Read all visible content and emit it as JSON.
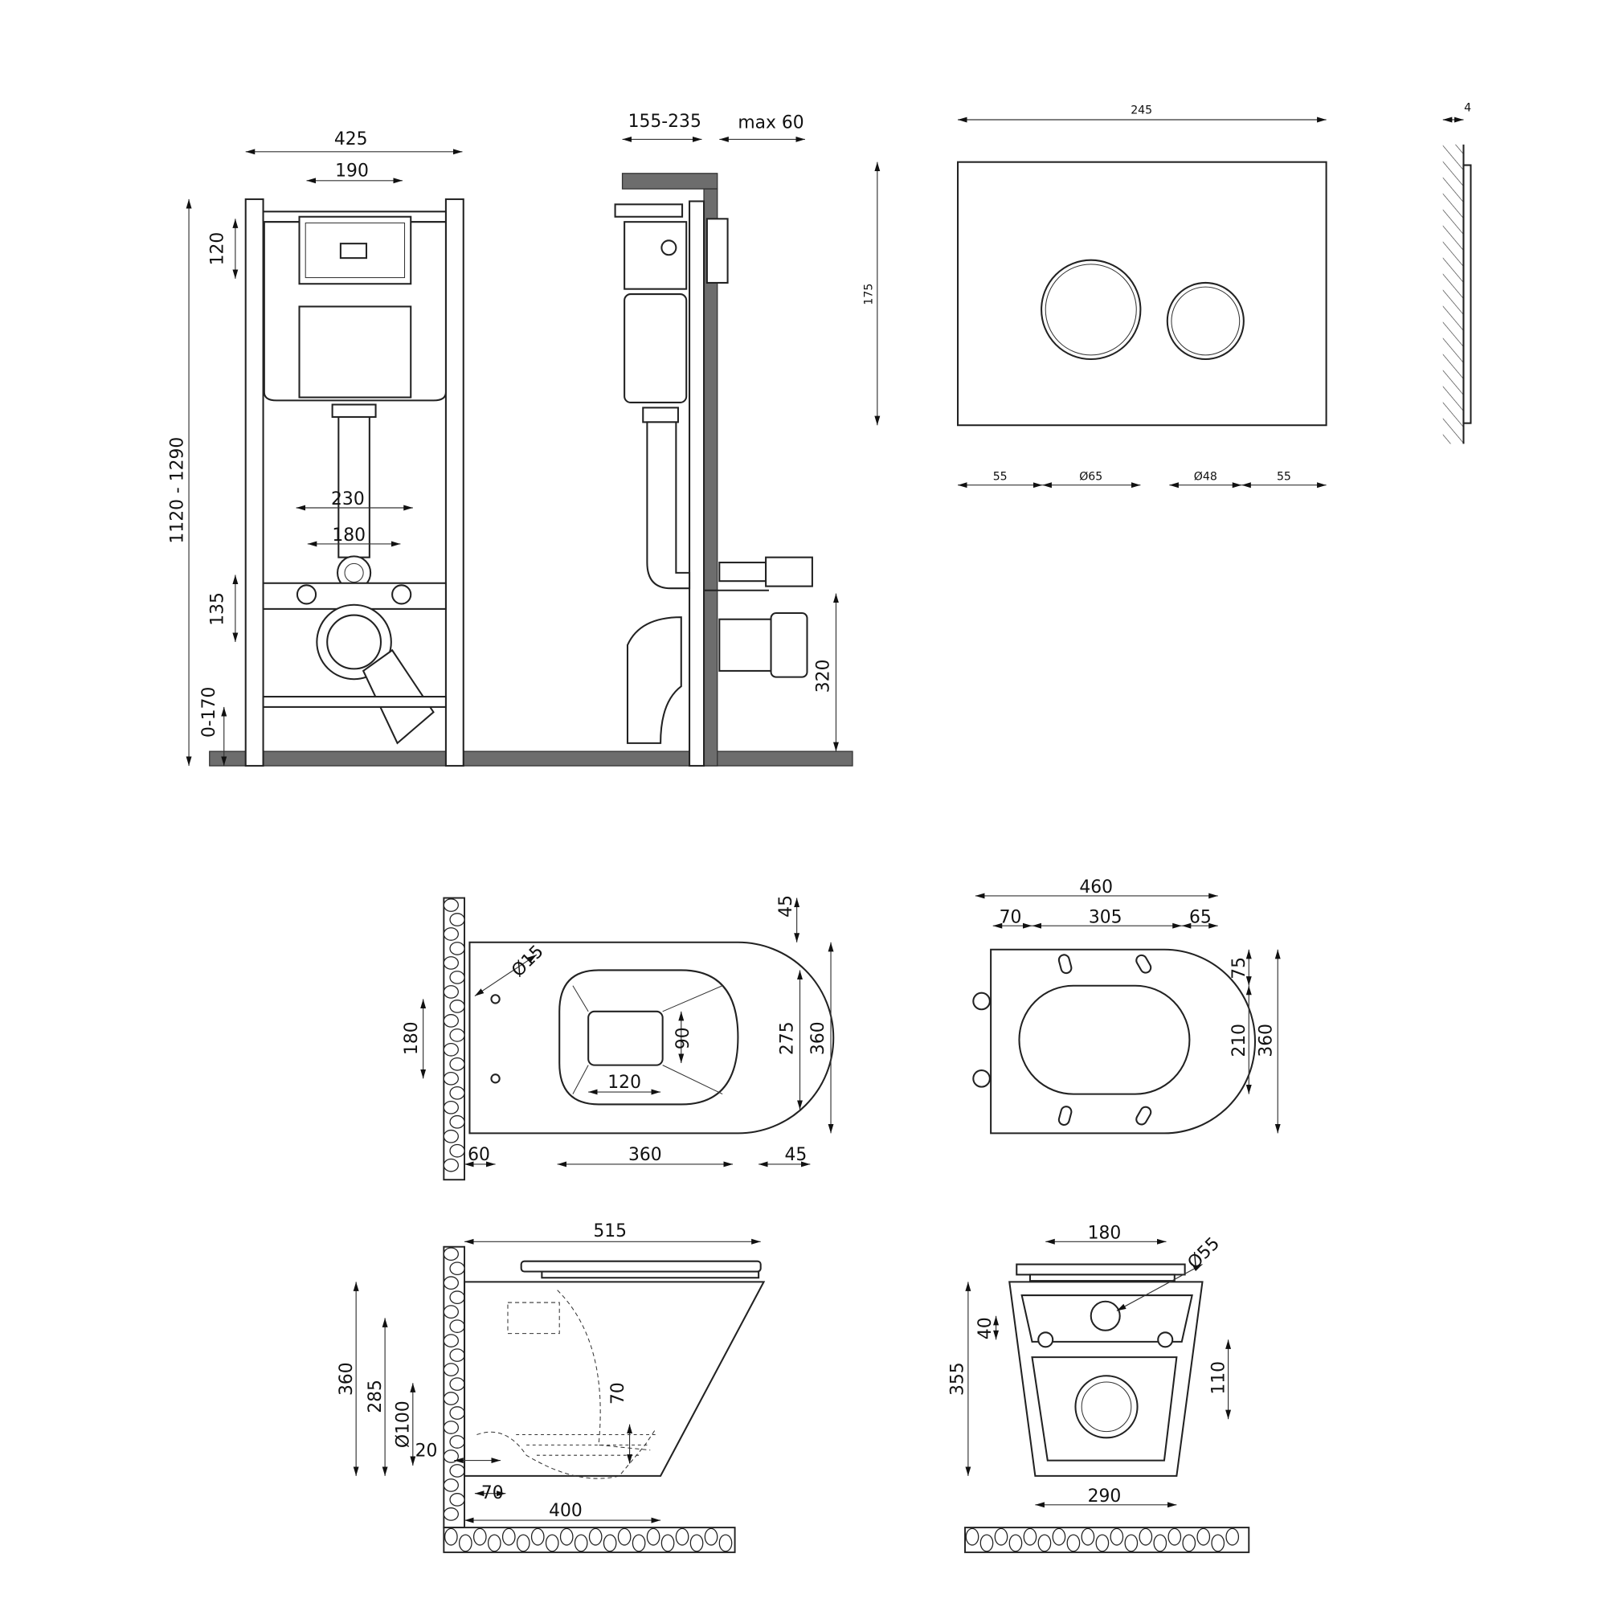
{
  "installation_frame_front": {
    "width_label": "425",
    "actuator_width_label": "190",
    "actuator_height_label": "120",
    "height_label": "1120 - 1290",
    "studs_outer_label": "230",
    "studs_inner_label": "180",
    "drain_offset_label": "135",
    "leg_adjust_label": "0-170"
  },
  "installation_frame_side": {
    "depth_label": "155-235",
    "wall_label": "max 60",
    "drain_height_label": "320"
  },
  "flush_plate": {
    "width_label": "245",
    "height_label": "175",
    "margin_left_label": "55",
    "big_button_label": "Ø65",
    "small_button_label": "Ø48",
    "margin_right_label": "55",
    "thickness_label": "4"
  },
  "bowl_top_view": {
    "rim_label": "45",
    "hole_diameter_label": "Ø15",
    "hole_spacing_label": "180",
    "inner_depth_label": "90",
    "inner_width_label": "120",
    "bowl_width_label": "275",
    "total_width_label": "360",
    "wall_offset_label": "60",
    "bowl_length_label": "360",
    "front_label": "45"
  },
  "seat_top_view": {
    "total_length_label": "460",
    "hinge_label": "70",
    "opening_length_label": "305",
    "front_label": "65",
    "rear_label": "75",
    "opening_width_label": "210",
    "total_width_label": "360"
  },
  "bowl_side_view": {
    "length_label": "515",
    "height_label": "360",
    "inlet_height_label": "285",
    "outlet_diameter_label": "Ø100",
    "water_depth_label": "70",
    "outlet_offset_label": "20",
    "outlet_wall_label": "70",
    "base_length_label": "400"
  },
  "bowl_rear_view": {
    "seat_holes_label": "180",
    "inlet_diameter_label": "Ø55",
    "height_label": "355",
    "inlet_offset_label": "40",
    "bolt_height_label": "110",
    "base_width_label": "290"
  }
}
